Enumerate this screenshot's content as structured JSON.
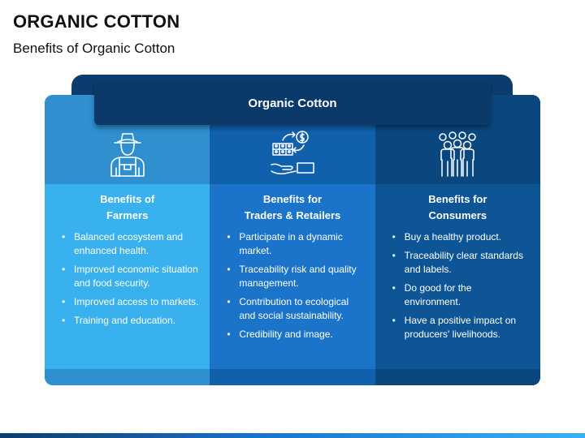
{
  "slide": {
    "title": "ORGANIC COTTON",
    "subtitle": "Benefits of Organic Cotton",
    "header": "Organic Cotton"
  },
  "columns": [
    {
      "icon": "farmer-icon",
      "heading_line1": "Benefits of",
      "heading_line2": "Farmers",
      "bullets": [
        "Balanced ecosystem and enhanced health.",
        "Improved economic situation and food security.",
        "Improved access to markets.",
        "Training and education."
      ]
    },
    {
      "icon": "trade-exchange-icon",
      "heading_line1": "Benefits for",
      "heading_line2": "Traders & Retailers",
      "bullets": [
        "Participate in a dynamic market.",
        "Traceability risk and quality management.",
        "Contribution to ecological and social sustainability.",
        "Credibility and image."
      ]
    },
    {
      "icon": "consumers-group-icon",
      "heading_line1": "Benefits for",
      "heading_line2": "Consumers",
      "bullets": [
        "Buy a healthy product.",
        "Traceability clear standards and labels.",
        "Do good for the environment.",
        "Have a positive impact on producers' livelihoods."
      ]
    }
  ],
  "colors": {
    "dark_navy": "#0c3c6e",
    "col1": "#3ab1ef",
    "col2": "#1b74c9",
    "col3": "#0e5596"
  }
}
